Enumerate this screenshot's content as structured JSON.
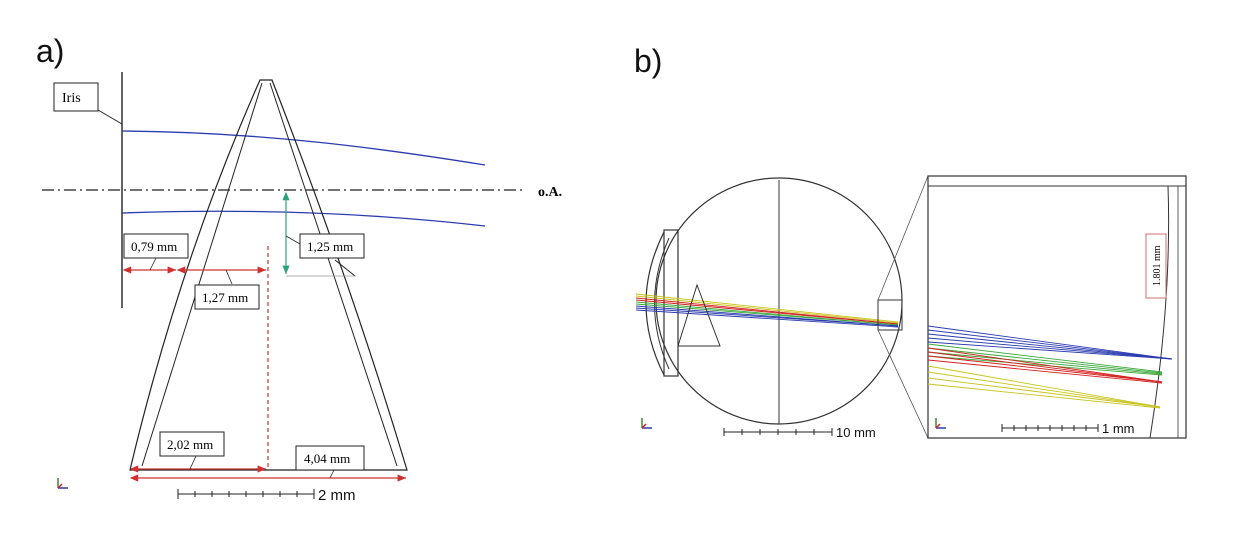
{
  "panels": {
    "a": {
      "label": "a)",
      "iris_label": "Iris",
      "axis_label": "o.A.",
      "dim_0_79": "0,79 mm",
      "dim_1_27": "1,27 mm",
      "dim_1_25": "1,25 mm",
      "dim_2_02": "2,02 mm",
      "dim_4_04": "4,04 mm",
      "scale_label": "2 mm"
    },
    "b": {
      "label": "b)",
      "scale_label_main": "10 mm",
      "scale_label_zoom": "1 mm",
      "zoom_dimension": "1.801 mm"
    }
  },
  "colors": {
    "ray_blue": "#2b3bb0",
    "ray_green": "#3aa83a",
    "ray_red": "#d42020",
    "ray_yellow": "#c8c21a",
    "dim_red": "#d03030",
    "dim_green": "#2aa37a",
    "outline": "#222222"
  }
}
